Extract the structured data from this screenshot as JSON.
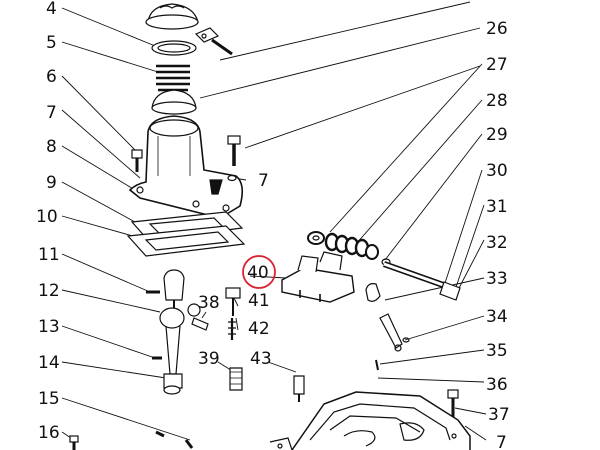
{
  "diagram": {
    "callouts": {
      "c4": "4",
      "c5": "5",
      "c6": "6",
      "c7a": "7",
      "c7b": "7",
      "c7c": "7",
      "c8": "8",
      "c9": "9",
      "c10": "10",
      "c11": "11",
      "c12": "12",
      "c13": "13",
      "c14": "14",
      "c15": "15",
      "c16": "16",
      "c26": "26",
      "c27": "27",
      "c28": "28",
      "c29": "29",
      "c30": "30",
      "c31": "31",
      "c32": "32",
      "c33": "33",
      "c34": "34",
      "c35": "35",
      "c36": "36",
      "c37": "37",
      "c38": "38",
      "c39": "39",
      "c40": "40",
      "c41": "41",
      "c42": "42",
      "c43": "43"
    },
    "highlight": {
      "part": "40",
      "color": "#d9232e"
    },
    "line_color": "#111111"
  }
}
